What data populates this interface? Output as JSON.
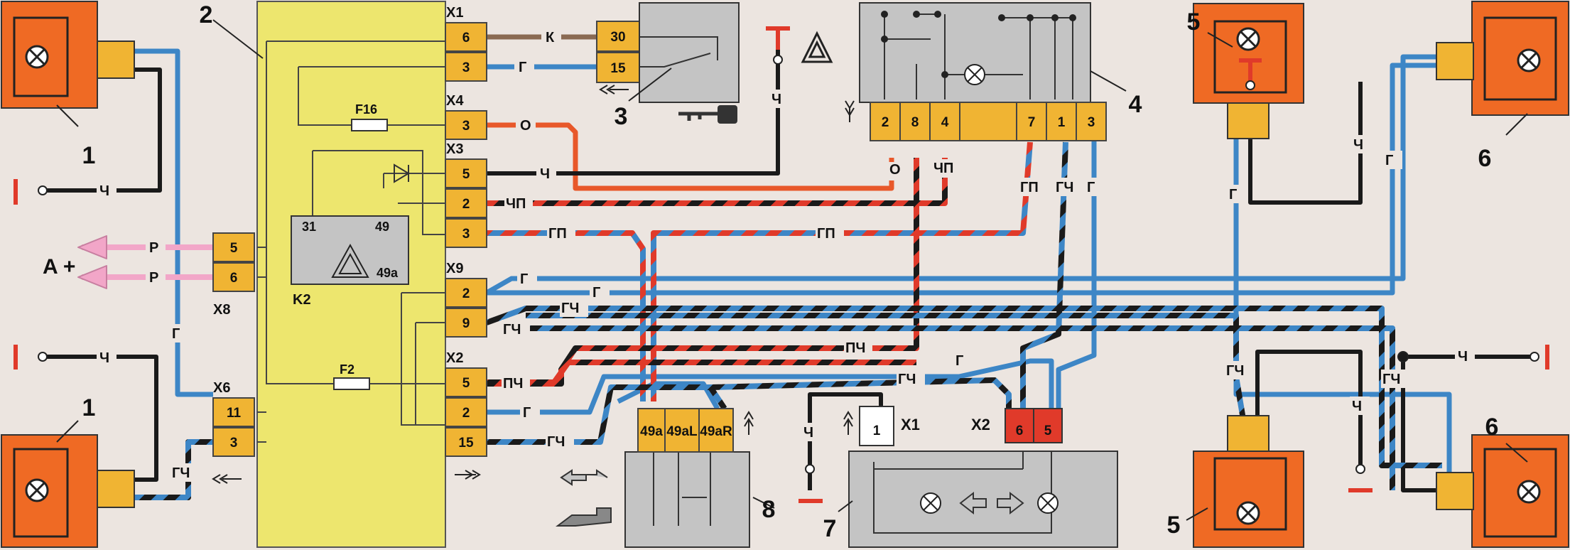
{
  "colors": {
    "background": "#ece5e0",
    "wire_blue": "#3d86c6",
    "wire_black": "#1a1a1a",
    "wire_red": "#e03a2a",
    "wire_orange": "#e8582a",
    "wire_brown": "#8a6a52",
    "wire_pink": "#f2a6c8",
    "connector_yellow": "#f0b433",
    "block_yellow": "#ede66e",
    "switch_grey": "#c4c4c4",
    "lamp_orange": "#ef6a24"
  },
  "component_numbers": {
    "lamp_front_left": "1",
    "lamp_rear_left": "1",
    "mounting_block": "2",
    "ignition_switch": "3",
    "hazard_switch": "4",
    "side_repeater_upper": "5",
    "side_repeater_lower": "5",
    "lamp_front_right": "6",
    "lamp_rear_right": "6",
    "indicator_lamp_unit": "7",
    "turn_signal_switch": "8"
  },
  "mounting_block": {
    "relay_label": "K2",
    "relay_pins": [
      "31",
      "49",
      "49a"
    ],
    "fuse_upper": "F16",
    "fuse_lower": "F2"
  },
  "connectors": {
    "x1": {
      "name": "X1",
      "pins": [
        "6",
        "3"
      ]
    },
    "x4": {
      "name": "X4",
      "pins": [
        "3"
      ]
    },
    "x3": {
      "name": "X3",
      "pins": [
        "5",
        "2",
        "3"
      ]
    },
    "x9": {
      "name": "X9",
      "pins": [
        "2",
        "9"
      ]
    },
    "x2": {
      "name": "X2",
      "pins": [
        "5",
        "2",
        "15"
      ]
    },
    "x8": {
      "name": "X8",
      "pins": [
        "5",
        "6"
      ]
    },
    "x6": {
      "name": "X6",
      "pins": [
        "11",
        "3"
      ]
    },
    "ignition": {
      "pins": [
        "30",
        "15"
      ]
    },
    "hazard": {
      "pins": [
        "2",
        "8",
        "4",
        "7",
        "1",
        "3"
      ]
    },
    "stalk": {
      "pins": [
        "49a",
        "49aL",
        "49aR"
      ]
    },
    "indicator_x1": {
      "name": "X1",
      "pins": [
        "1"
      ]
    },
    "indicator_x2": {
      "name": "X2",
      "pins": [
        "6",
        "5"
      ]
    }
  },
  "battery_label": "A +",
  "wire_labels": {
    "k": "К",
    "g": "Г",
    "o": "О",
    "ch": "Ч",
    "chp": "ЧП",
    "gp": "ГП",
    "gch": "ГЧ",
    "pch": "ПЧ",
    "r": "Р"
  }
}
